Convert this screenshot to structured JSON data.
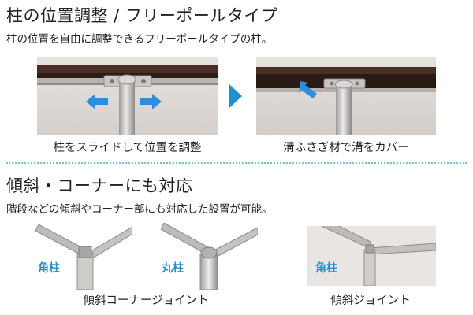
{
  "section1": {
    "title": "柱の位置調整 / フリーポールタイプ",
    "description": "柱の位置を自由に調整できるフリーポールタイプの柱。",
    "caption_left": "柱をスライドして位置を調整",
    "caption_right": "溝ふさぎ材で溝をカバー"
  },
  "section2": {
    "title": "傾斜・コーナーにも対応",
    "description": "階段などの傾斜やコーナー部にも対応した設置が可能。",
    "label_square": "角柱",
    "label_round": "丸柱",
    "label_square2": "角柱",
    "caption_corner": "傾斜コーナージョイント",
    "caption_slope": "傾斜ジョイント"
  },
  "colors": {
    "accent_blue": "#1f8fd1",
    "arrow_blue": "#2a8fe0",
    "divider": "#6fc7d2",
    "rail_dark": "#4a2e25"
  }
}
